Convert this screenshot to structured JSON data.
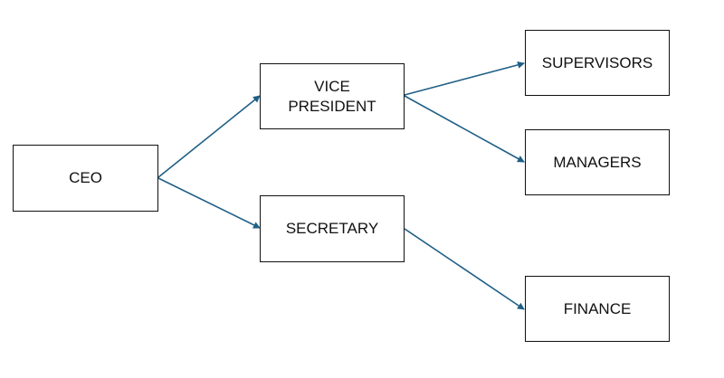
{
  "diagram": {
    "nodes": {
      "ceo": "CEO",
      "vice_president": "VICE\nPRESIDENT",
      "secretary": "SECRETARY",
      "supervisors": "SUPERVISORS",
      "managers": "MANAGERS",
      "finance": "FINANCE"
    },
    "edges": [
      {
        "from": "ceo",
        "to": "vice_president"
      },
      {
        "from": "ceo",
        "to": "secretary"
      },
      {
        "from": "vice_president",
        "to": "supervisors"
      },
      {
        "from": "vice_president",
        "to": "managers"
      },
      {
        "from": "secretary",
        "to": "finance"
      }
    ],
    "colors": {
      "box_border": "#111111",
      "arrow": "#1f5f86",
      "text": "#111111"
    }
  }
}
